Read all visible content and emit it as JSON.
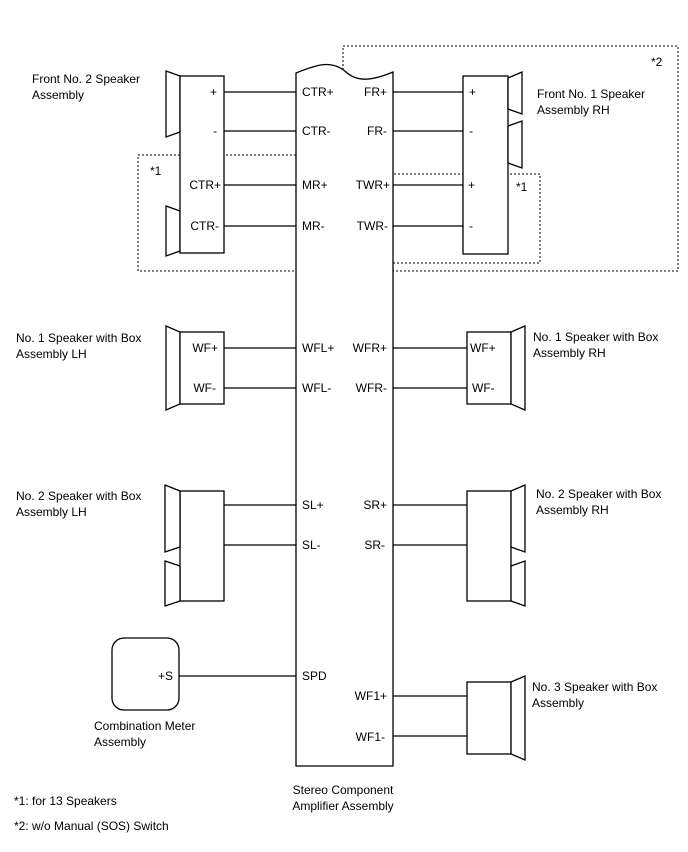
{
  "amplifier": {
    "name_line1": "Stereo Component",
    "name_line2": "Amplifier Assembly",
    "pins_left": [
      "CTR+",
      "CTR-",
      "MR+",
      "MR-",
      "WFL+",
      "WFL-",
      "SL+",
      "SL-",
      "SPD"
    ],
    "pins_right": [
      "FR+",
      "FR-",
      "TWR+",
      "TWR-",
      "WFR+",
      "WFR-",
      "SR+",
      "SR-",
      "WF1+",
      "WF1-"
    ]
  },
  "components": {
    "front_no2": {
      "line1": "Front No. 2 Speaker",
      "line2": "Assembly",
      "pin1": "+",
      "pin2": "-",
      "pin3": "CTR+",
      "pin4": "CTR-"
    },
    "front_no1_rh": {
      "line1": "Front No. 1 Speaker",
      "line2": "Assembly RH",
      "pin1": "+",
      "pin2": "-",
      "pin3": "+",
      "pin4": "-"
    },
    "no1_box_lh": {
      "line1": "No. 1 Speaker with Box",
      "line2": "Assembly LH",
      "pin1": "WF+",
      "pin2": "WF-"
    },
    "no1_box_rh": {
      "line1": "No. 1 Speaker with Box",
      "line2": "Assembly RH",
      "pin1": "WF+",
      "pin2": "WF-"
    },
    "no2_box_lh": {
      "line1": "No. 2 Speaker with Box",
      "line2": "Assembly LH"
    },
    "no2_box_rh": {
      "line1": "No. 2 Speaker with Box",
      "line2": "Assembly RH"
    },
    "meter": {
      "line1": "Combination Meter",
      "line2": "Assembly",
      "pin": "+S"
    },
    "no3": {
      "line1": "No. 3 Speaker with Box",
      "line2": "Assembly"
    }
  },
  "markers": {
    "m1_left": "*1",
    "m1_right": "*1",
    "m2": "*2"
  },
  "notes": {
    "note1": "*1: for 13 Speakers",
    "note2": "*2: w/o Manual (SOS) Switch"
  }
}
